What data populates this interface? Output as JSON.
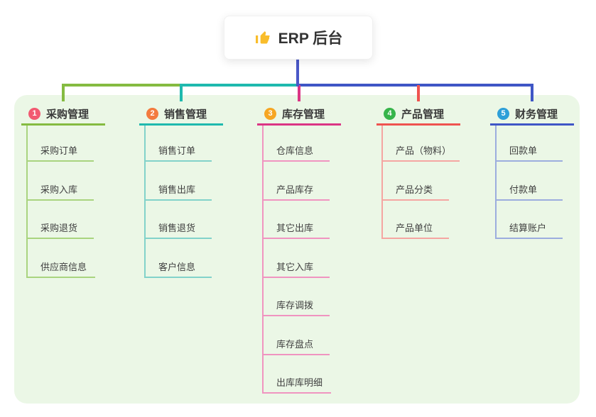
{
  "root": {
    "label": "ERP 后台",
    "icon": "thumbs-up"
  },
  "branches": [
    {
      "index": "1",
      "label": "采购管理",
      "badge_color": "#f25971",
      "line_color": "#85bb41",
      "child_line_color": "#a9d47f",
      "children": [
        "采购订单",
        "采购入库",
        "采购退货",
        "供应商信息"
      ]
    },
    {
      "index": "2",
      "label": "销售管理",
      "badge_color": "#f37b3f",
      "line_color": "#1fb9ae",
      "child_line_color": "#82d2ca",
      "children": [
        "销售订单",
        "销售出库",
        "销售退货",
        "客户信息"
      ]
    },
    {
      "index": "3",
      "label": "库存管理",
      "badge_color": "#f6a623",
      "line_color": "#db3585",
      "child_line_color": "#f094c0",
      "children": [
        "仓库信息",
        "产品库存",
        "其它出库",
        "其它入库",
        "库存调拨",
        "库存盘点",
        "出库库明细"
      ]
    },
    {
      "index": "4",
      "label": "产品管理",
      "badge_color": "#36b44a",
      "line_color": "#ef5350",
      "child_line_color": "#f5a6a2",
      "children": [
        "产品（物料）",
        "产品分类",
        "产品单位"
      ]
    },
    {
      "index": "5",
      "label": "财务管理",
      "badge_color": "#2d9fd8",
      "line_color": "#3f56c6",
      "child_line_color": "#9cadde",
      "children": [
        "回款单",
        "付款单",
        "结算账户"
      ]
    }
  ],
  "colors": {
    "canvas_bg": "#ffffff",
    "panel_bg": "#ebf7e6",
    "root_connector": "#4a58c8",
    "text": "#3a3a3a"
  }
}
